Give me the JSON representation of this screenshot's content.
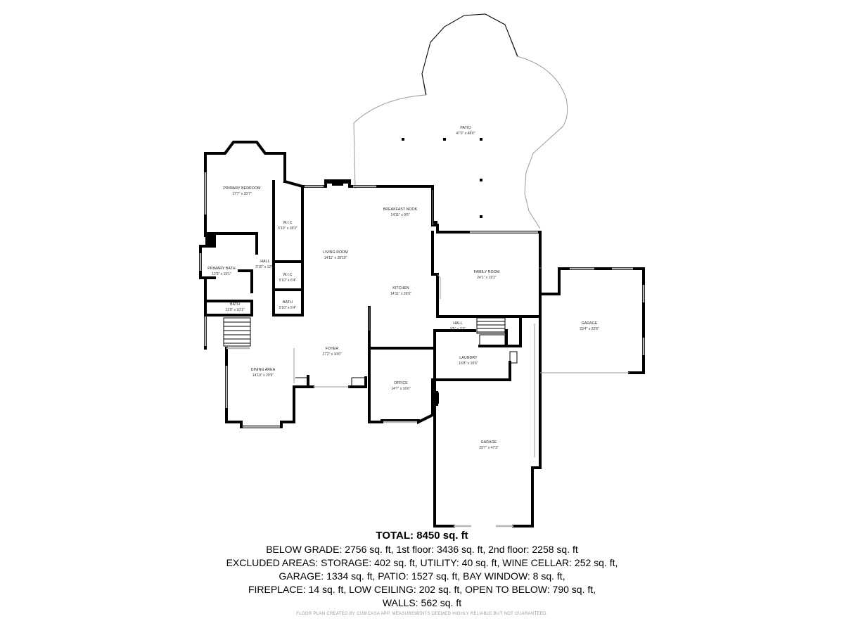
{
  "rooms": [
    {
      "key": "patio",
      "name": "PATIO",
      "dims": "47'0\" x 48'6\""
    },
    {
      "key": "breakfast_nook",
      "name": "BREAKFAST NOOK",
      "dims": "14'11\" x 9'6\""
    },
    {
      "key": "primary_bedroom",
      "name": "PRIMARY BEDROOM",
      "dims": "17'7\" x 20'7\""
    },
    {
      "key": "wic_upper",
      "name": "W.I.C",
      "dims": "5'10\" x 18'3\""
    },
    {
      "key": "living_room",
      "name": "LIVING ROOM",
      "dims": "14'11\" x 28'10\""
    },
    {
      "key": "hall_left",
      "name": "HALL",
      "dims": "3'10\" x 12'5\""
    },
    {
      "key": "primary_bath",
      "name": "PRIMARY BATH",
      "dims": "12'9\" x 15'1\""
    },
    {
      "key": "wic_lower",
      "name": "W.I.C",
      "dims": "5'10\" x 6'4\""
    },
    {
      "key": "family_room",
      "name": "FAMILY ROOM",
      "dims": "24'1\" x 19'2\""
    },
    {
      "key": "kitchen",
      "name": "KITCHEN",
      "dims": "14'11\" x 26'6\""
    },
    {
      "key": "bath_small",
      "name": "BATH",
      "dims": "5'10\" x 5'4\""
    },
    {
      "key": "bath_main",
      "name": "BATH",
      "dims": "11'0\" x 10'1\""
    },
    {
      "key": "hall_right",
      "name": "HALL",
      "dims": "9'5\" x 3'3\""
    },
    {
      "key": "garage_right",
      "name": "GARAGE",
      "dims": "23'4\" x 22'8\""
    },
    {
      "key": "foyer",
      "name": "FOYER",
      "dims": "17'2\" x 10'6\""
    },
    {
      "key": "laundry",
      "name": "LAUNDRY",
      "dims": "16'8\" x 10'6\""
    },
    {
      "key": "dining_area",
      "name": "DINING AREA",
      "dims": "14'10\" x 29'9\""
    },
    {
      "key": "office",
      "name": "OFFICE",
      "dims": "14'7\" x 16'6\""
    },
    {
      "key": "garage_bottom",
      "name": "GARAGE",
      "dims": "23'7\" x 47'3\""
    }
  ],
  "summary": {
    "total": "TOTAL: 8450 sq. ft",
    "line1": "BELOW GRADE: 2756 sq. ft, 1st floor: 3436 sq. ft, 2nd floor: 2258 sq. ft",
    "line2": "EXCLUDED AREAS: STORAGE: 402 sq. ft, UTILITY: 40 sq. ft, WINE CELLAR: 252 sq. ft,",
    "line3": "GARAGE: 1334 sq. ft, PATIO: 1527 sq. ft, BAY WINDOW: 8 sq. ft,",
    "line4": "FIREPLACE: 14 sq. ft, LOW CEILING: 202 sq. ft, OPEN TO BELOW: 790 sq. ft,",
    "line5": "WALLS: 562 sq. ft"
  },
  "credit": "FLOOR PLAN CREATED BY CUBICASA APP. MEASUREMENTS DEEMED HIGHLY RELIABLE BUT NOT GUARANTEED."
}
